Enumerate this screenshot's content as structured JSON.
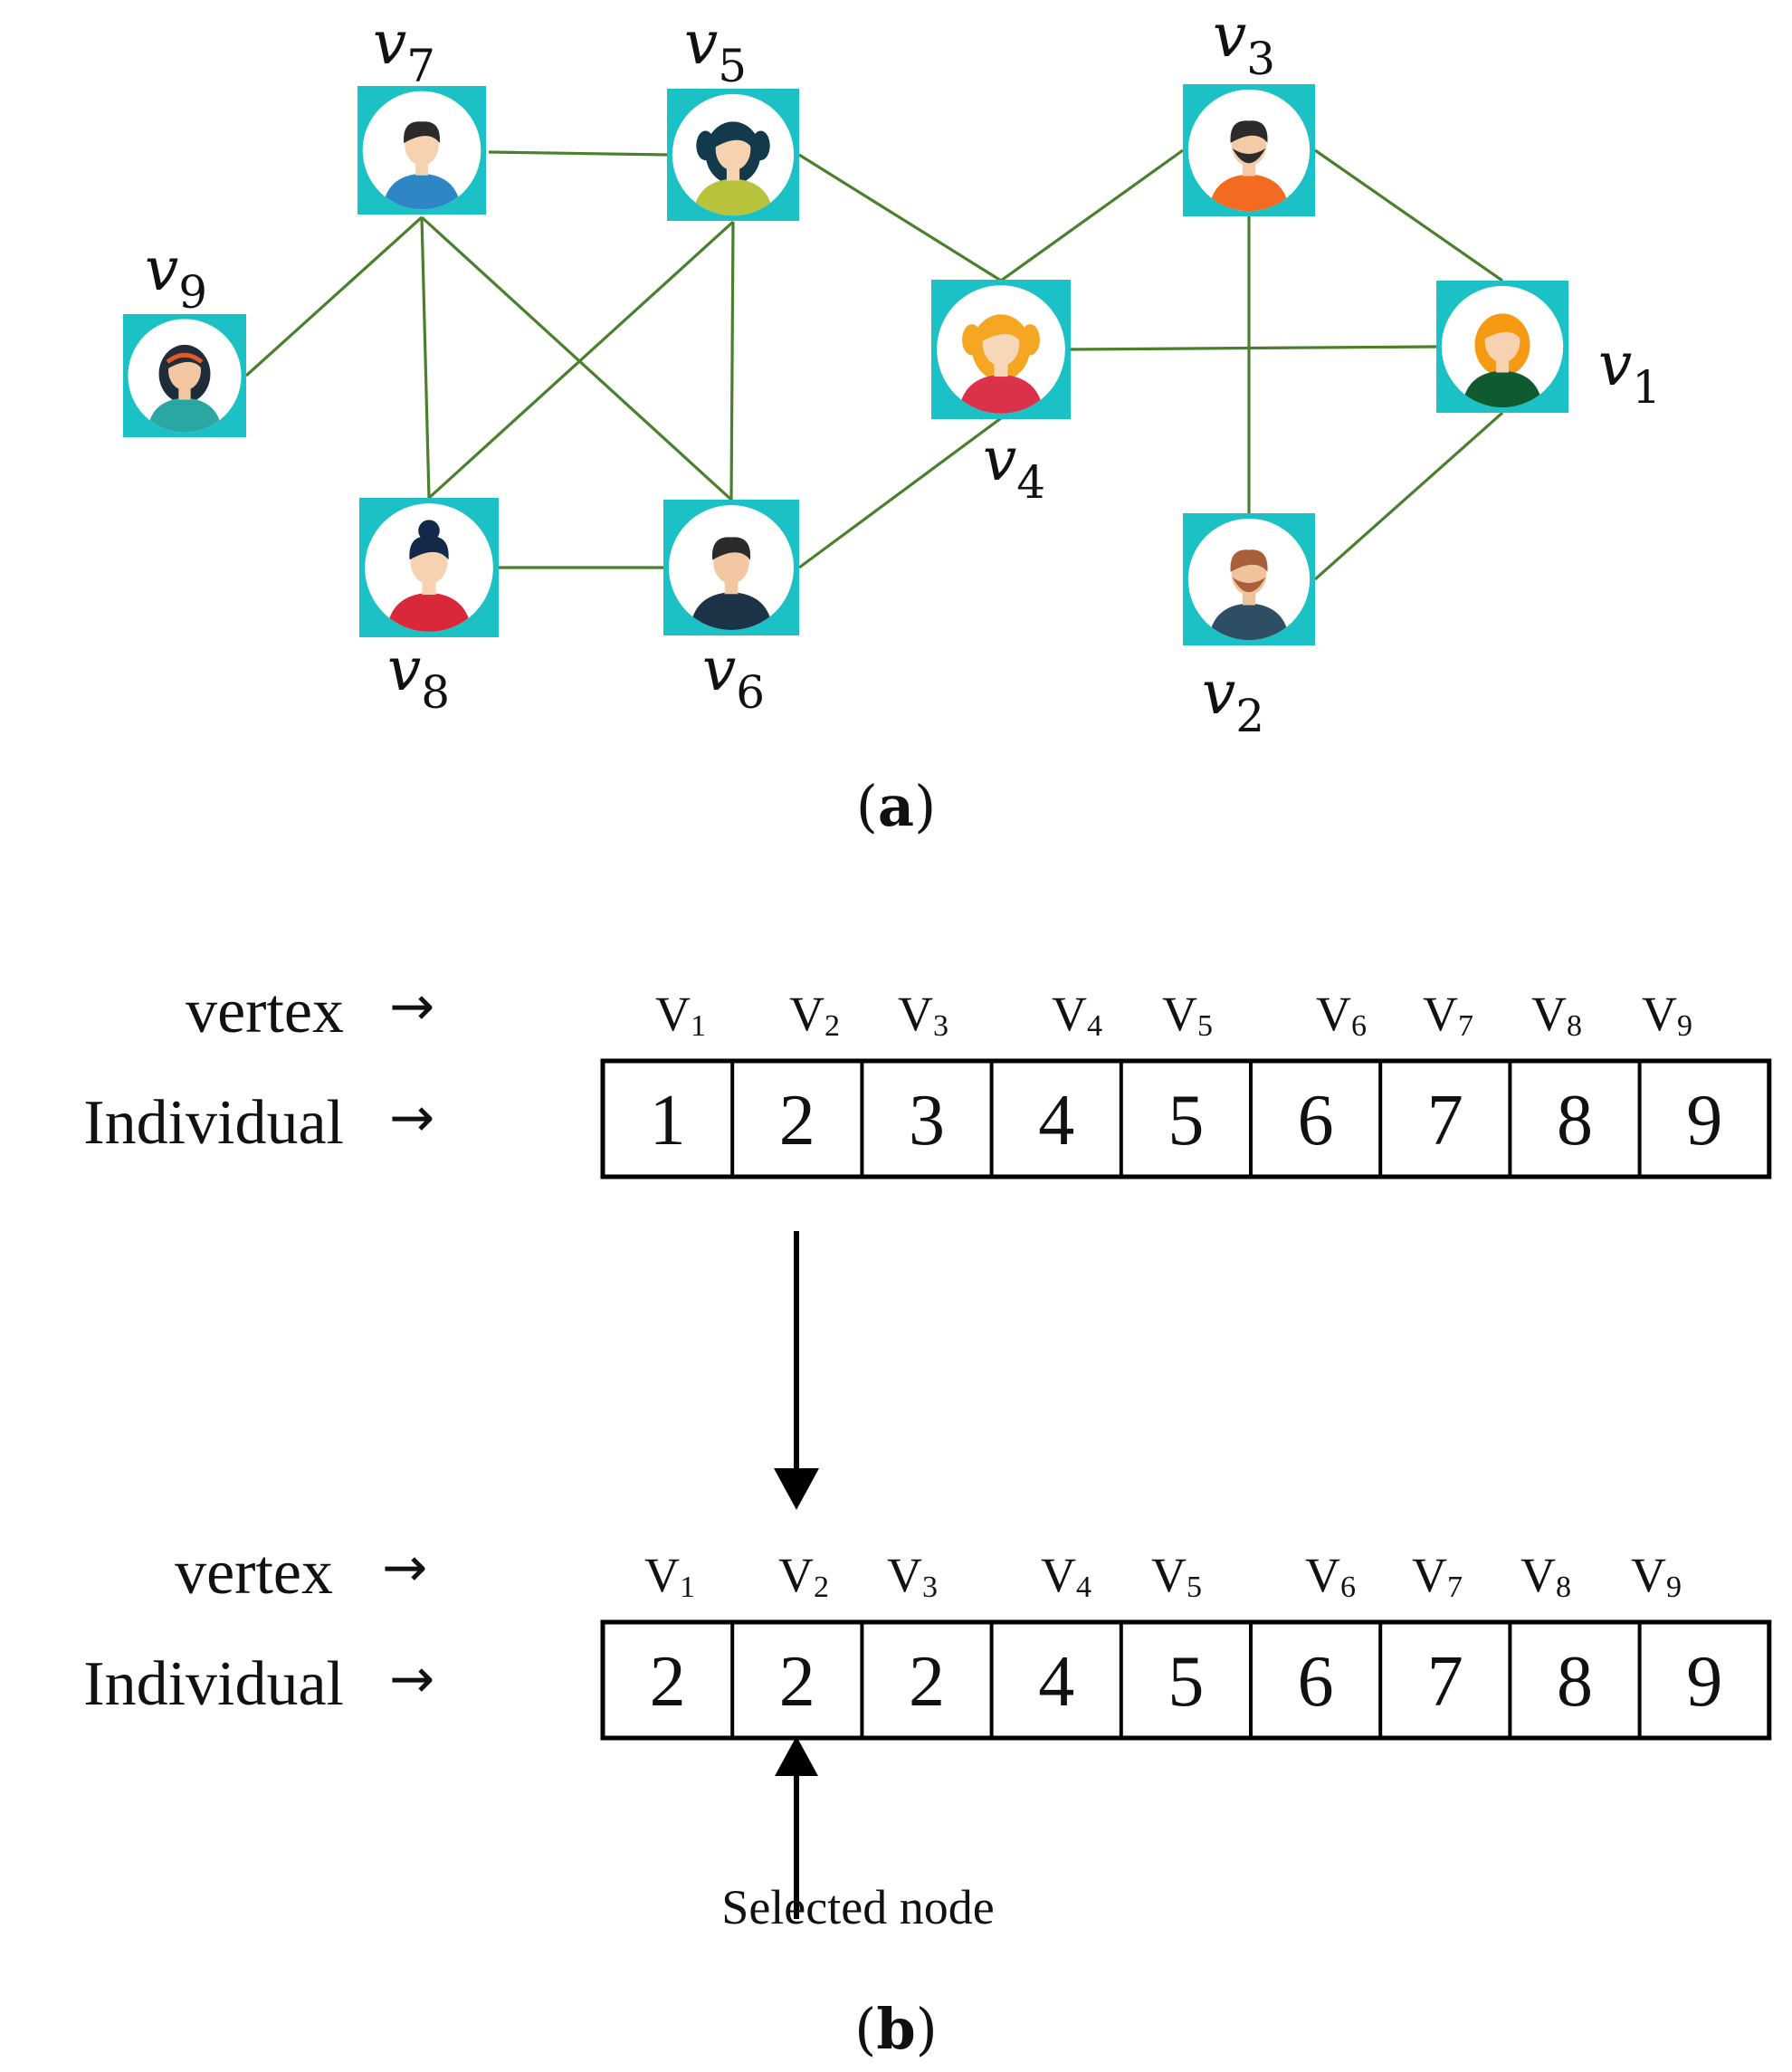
{
  "panel_a": {
    "caption_open": "(",
    "caption_letter": "a",
    "caption_close": ")",
    "vertex_prefix": "v",
    "vertices": [
      {
        "id": "v1",
        "sub": "1",
        "person": "woman-orange-hair-green-top"
      },
      {
        "id": "v2",
        "sub": "2",
        "person": "man-beard-suit"
      },
      {
        "id": "v3",
        "sub": "3",
        "person": "man-beard-orange-shirt"
      },
      {
        "id": "v4",
        "sub": "4",
        "person": "girl-pigtails-pink-top"
      },
      {
        "id": "v5",
        "sub": "5",
        "person": "girl-pigtails-yellow-top"
      },
      {
        "id": "v6",
        "sub": "6",
        "person": "man-navy-shirt"
      },
      {
        "id": "v7",
        "sub": "7",
        "person": "man-blue-shirt"
      },
      {
        "id": "v8",
        "sub": "8",
        "person": "woman-bun-red-top"
      },
      {
        "id": "v9",
        "sub": "9",
        "person": "woman-headband-teal-top"
      }
    ],
    "edges": [
      [
        "v7",
        "v5"
      ],
      [
        "v7",
        "v9"
      ],
      [
        "v7",
        "v8"
      ],
      [
        "v7",
        "v6"
      ],
      [
        "v5",
        "v8"
      ],
      [
        "v5",
        "v6"
      ],
      [
        "v5",
        "v4"
      ],
      [
        "v8",
        "v6"
      ],
      [
        "v6",
        "v4"
      ],
      [
        "v4",
        "v3"
      ],
      [
        "v4",
        "v1"
      ],
      [
        "v3",
        "v1"
      ],
      [
        "v3",
        "v2"
      ],
      [
        "v2",
        "v1"
      ]
    ],
    "colors": {
      "tile": "#1cc1c6",
      "edge": "#4a7f2c"
    }
  },
  "panel_b": {
    "caption_open": "(",
    "caption_letter": "b",
    "caption_close": ")",
    "row_label_vertex": "vertex",
    "row_label_individual": "Individual",
    "row_arrow": "→",
    "vertex_headers": [
      {
        "base": "V",
        "sub": "1"
      },
      {
        "base": "V",
        "sub": "2"
      },
      {
        "base": "V",
        "sub": "3"
      },
      {
        "base": "V",
        "sub": "4"
      },
      {
        "base": "V",
        "sub": "5"
      },
      {
        "base": "V",
        "sub": "6"
      },
      {
        "base": "V",
        "sub": "7"
      },
      {
        "base": "V",
        "sub": "8"
      },
      {
        "base": "V",
        "sub": "9"
      }
    ],
    "individual_before": [
      "1",
      "2",
      "3",
      "4",
      "5",
      "6",
      "7",
      "8",
      "9"
    ],
    "individual_after": [
      "2",
      "2",
      "2",
      "4",
      "5",
      "6",
      "7",
      "8",
      "9"
    ],
    "selected_node_label": "Selected node",
    "selected_index": 1
  }
}
